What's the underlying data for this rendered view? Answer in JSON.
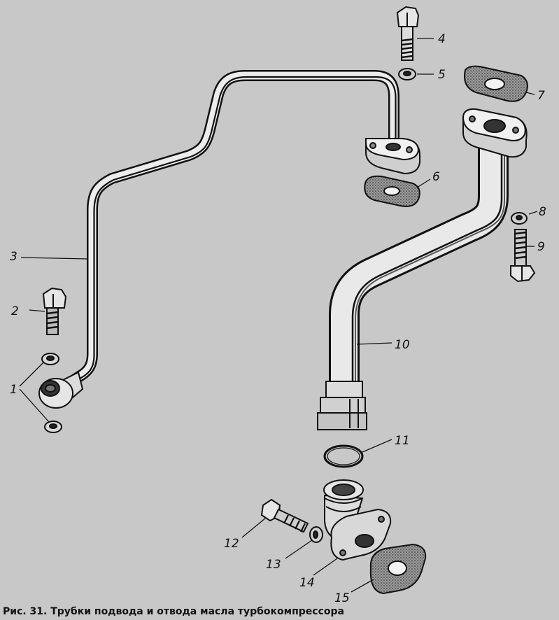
{
  "figure": {
    "caption": "Рис. 31. Трубки подвода и отвода масла турбокомпрессора",
    "callouts": [
      "1",
      "2",
      "3",
      "4",
      "5",
      "6",
      "7",
      "8",
      "9",
      "10",
      "11",
      "12",
      "13",
      "14",
      "15"
    ]
  },
  "colors": {
    "background": "#c8c8c8",
    "ink": "#111111",
    "part_fill": "#e8e8e8",
    "gasket_fill": "#8a8a8a"
  }
}
